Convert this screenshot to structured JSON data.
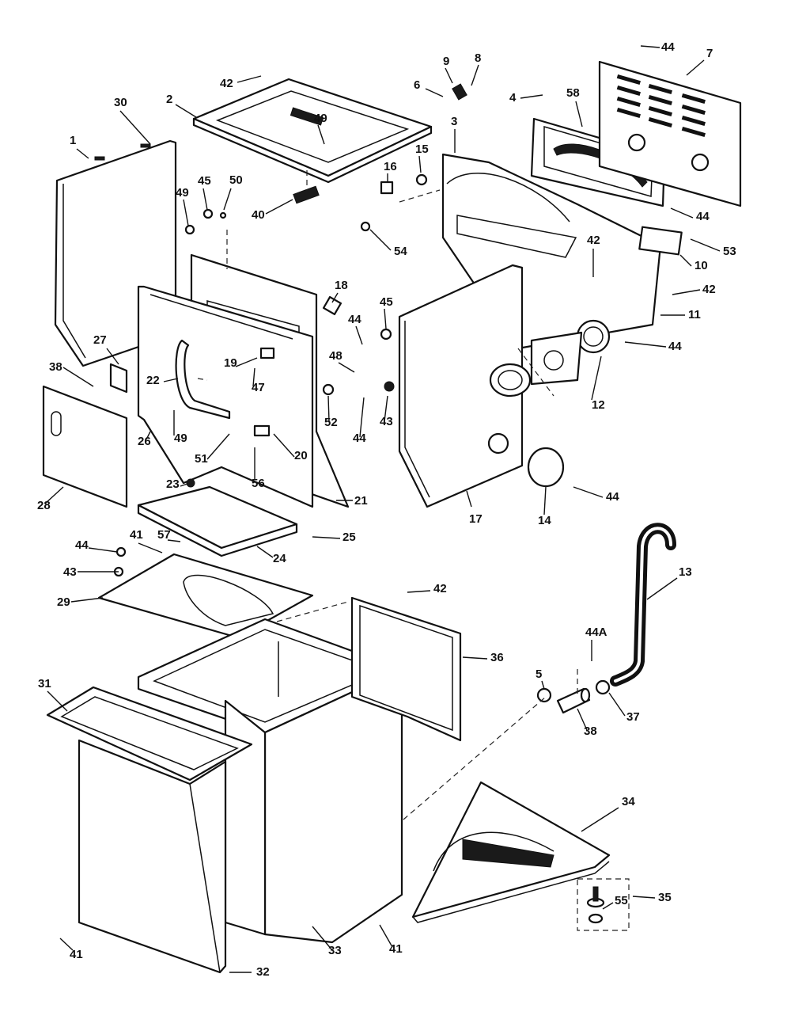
{
  "callouts": [
    {
      "id": "c1",
      "label": "1"
    },
    {
      "id": "c2",
      "label": "2"
    },
    {
      "id": "c3",
      "label": "3"
    },
    {
      "id": "c4",
      "label": "4"
    },
    {
      "id": "c5",
      "label": "5"
    },
    {
      "id": "c6",
      "label": "6"
    },
    {
      "id": "c7",
      "label": "7"
    },
    {
      "id": "c8",
      "label": "8"
    },
    {
      "id": "c9",
      "label": "9"
    },
    {
      "id": "c10",
      "label": "10"
    },
    {
      "id": "c11",
      "label": "11"
    },
    {
      "id": "c12",
      "label": "12"
    },
    {
      "id": "c13",
      "label": "13"
    },
    {
      "id": "c14",
      "label": "14"
    },
    {
      "id": "c15",
      "label": "15"
    },
    {
      "id": "c16",
      "label": "16"
    },
    {
      "id": "c17",
      "label": "17"
    },
    {
      "id": "c18",
      "label": "18"
    },
    {
      "id": "c19",
      "label": "19"
    },
    {
      "id": "c20",
      "label": "20"
    },
    {
      "id": "c21",
      "label": "21"
    },
    {
      "id": "c22",
      "label": "22"
    },
    {
      "id": "c23",
      "label": "23"
    },
    {
      "id": "c24",
      "label": "24"
    },
    {
      "id": "c25",
      "label": "25"
    },
    {
      "id": "c26",
      "label": "26"
    },
    {
      "id": "c27",
      "label": "27"
    },
    {
      "id": "c28",
      "label": "28"
    },
    {
      "id": "c29",
      "label": "29"
    },
    {
      "id": "c30",
      "label": "30"
    },
    {
      "id": "c31",
      "label": "31"
    },
    {
      "id": "c32",
      "label": "32"
    },
    {
      "id": "c33",
      "label": "33"
    },
    {
      "id": "c34",
      "label": "34"
    },
    {
      "id": "c35",
      "label": "35"
    },
    {
      "id": "c36",
      "label": "36"
    },
    {
      "id": "c37",
      "label": "37"
    },
    {
      "id": "c38a",
      "label": "38"
    },
    {
      "id": "c38b",
      "label": "38"
    },
    {
      "id": "c40",
      "label": "40"
    },
    {
      "id": "c41a",
      "label": "41"
    },
    {
      "id": "c41b",
      "label": "41"
    },
    {
      "id": "c41c",
      "label": "41"
    },
    {
      "id": "c42a",
      "label": "42"
    },
    {
      "id": "c42b",
      "label": "42"
    },
    {
      "id": "c42c",
      "label": "42"
    },
    {
      "id": "c42d",
      "label": "42"
    },
    {
      "id": "c43a",
      "label": "43"
    },
    {
      "id": "c43b",
      "label": "43"
    },
    {
      "id": "c44a",
      "label": "44"
    },
    {
      "id": "c44b",
      "label": "44"
    },
    {
      "id": "c44c",
      "label": "44"
    },
    {
      "id": "c44d",
      "label": "44"
    },
    {
      "id": "c44e",
      "label": "44"
    },
    {
      "id": "c44f",
      "label": "44"
    },
    {
      "id": "c44g",
      "label": "44"
    },
    {
      "id": "c44A",
      "label": "44A"
    },
    {
      "id": "c45a",
      "label": "45"
    },
    {
      "id": "c45b",
      "label": "45"
    },
    {
      "id": "c47",
      "label": "47"
    },
    {
      "id": "c48",
      "label": "48"
    },
    {
      "id": "c49a",
      "label": "49"
    },
    {
      "id": "c49b",
      "label": "49"
    },
    {
      "id": "c49c",
      "label": "49"
    },
    {
      "id": "c50",
      "label": "50"
    },
    {
      "id": "c51",
      "label": "51"
    },
    {
      "id": "c52",
      "label": "52"
    },
    {
      "id": "c53",
      "label": "53"
    },
    {
      "id": "c54",
      "label": "54"
    },
    {
      "id": "c55",
      "label": "55"
    },
    {
      "id": "c56",
      "label": "56"
    },
    {
      "id": "c57",
      "label": "57"
    },
    {
      "id": "c58",
      "label": "58"
    }
  ]
}
